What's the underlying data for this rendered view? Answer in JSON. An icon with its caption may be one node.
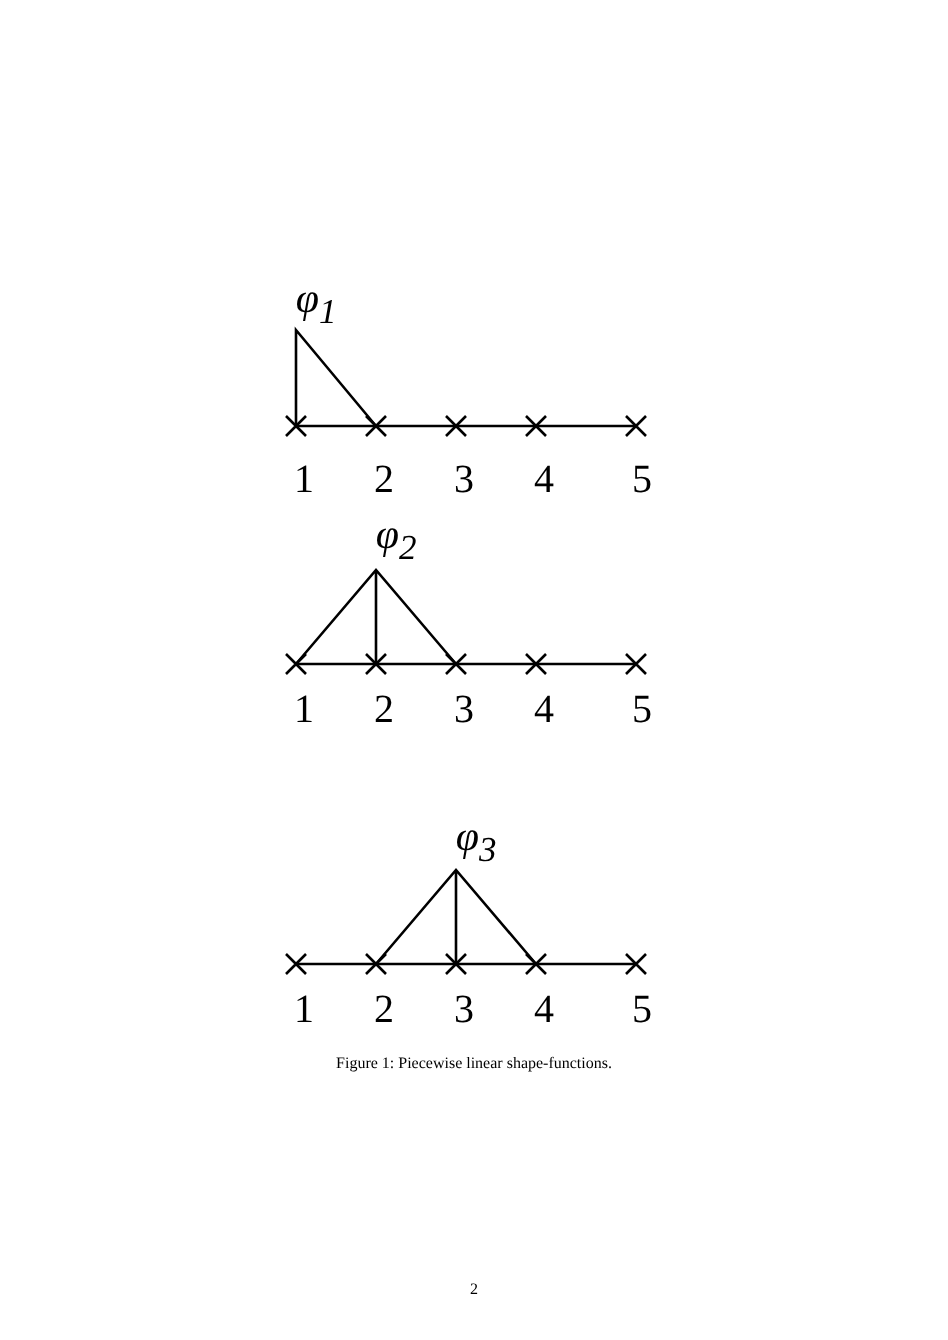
{
  "diagram": {
    "caption": "Figure 1: Piecewise linear shape-functions.",
    "labels": [
      "φ$_{1}$",
      "1",
      "2",
      "3",
      "4",
      "5",
      "φ$_{2}$",
      "1",
      "2",
      "3",
      "4",
      "5",
      "φ$_{3}$",
      "1",
      "2",
      "3",
      "4",
      "5",
      "2"
    ]
  }
}
